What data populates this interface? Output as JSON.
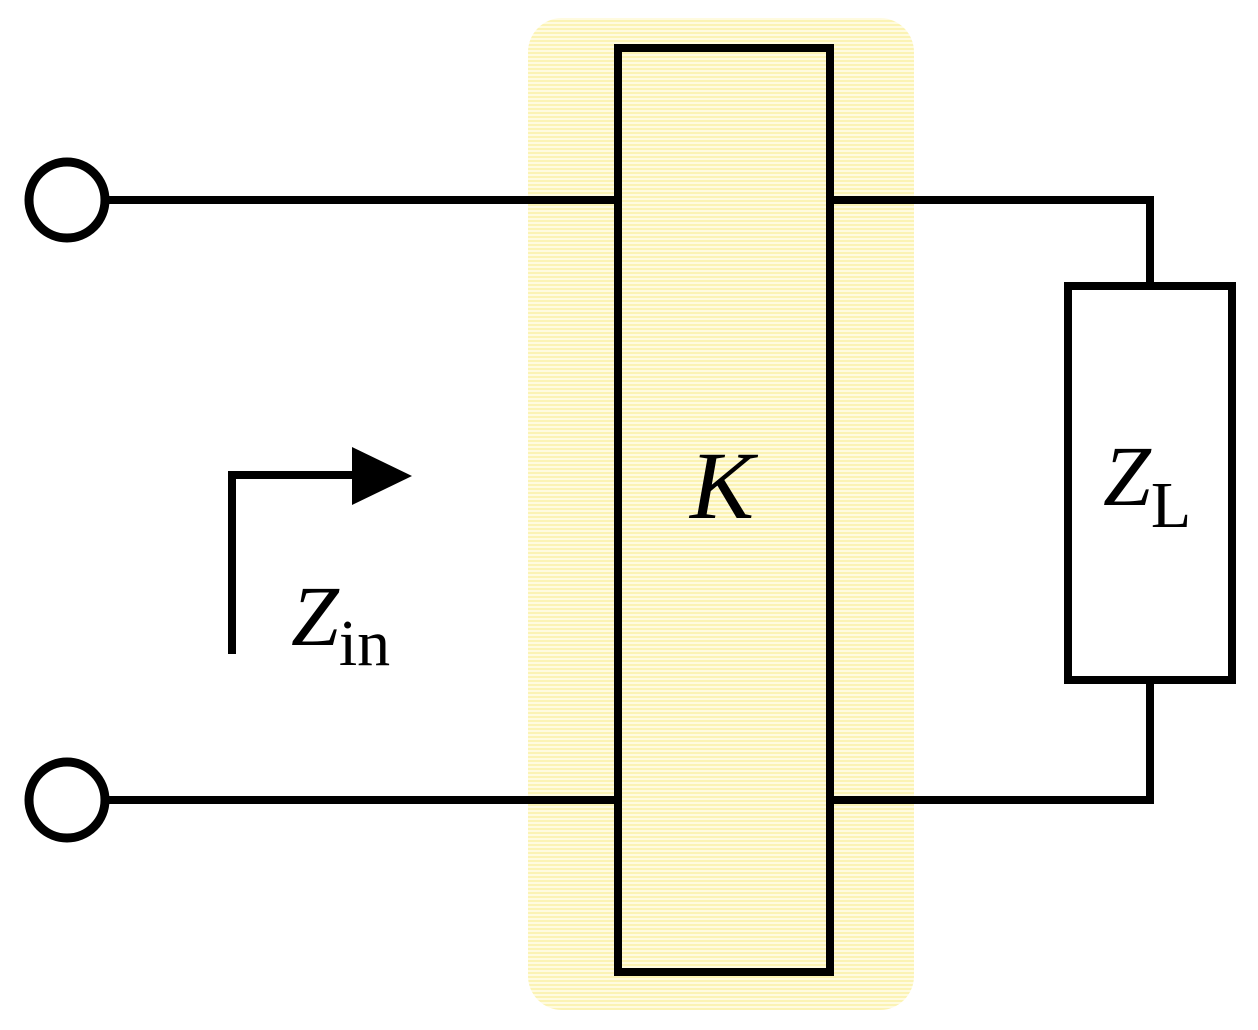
{
  "inverter_label": "K",
  "load": {
    "main": "Z",
    "sub": "L"
  },
  "input_impedance": {
    "main": "Z",
    "sub": "in"
  },
  "colors": {
    "highlight": "#fbf3b4",
    "line": "#000000",
    "background": "#ffffff"
  }
}
